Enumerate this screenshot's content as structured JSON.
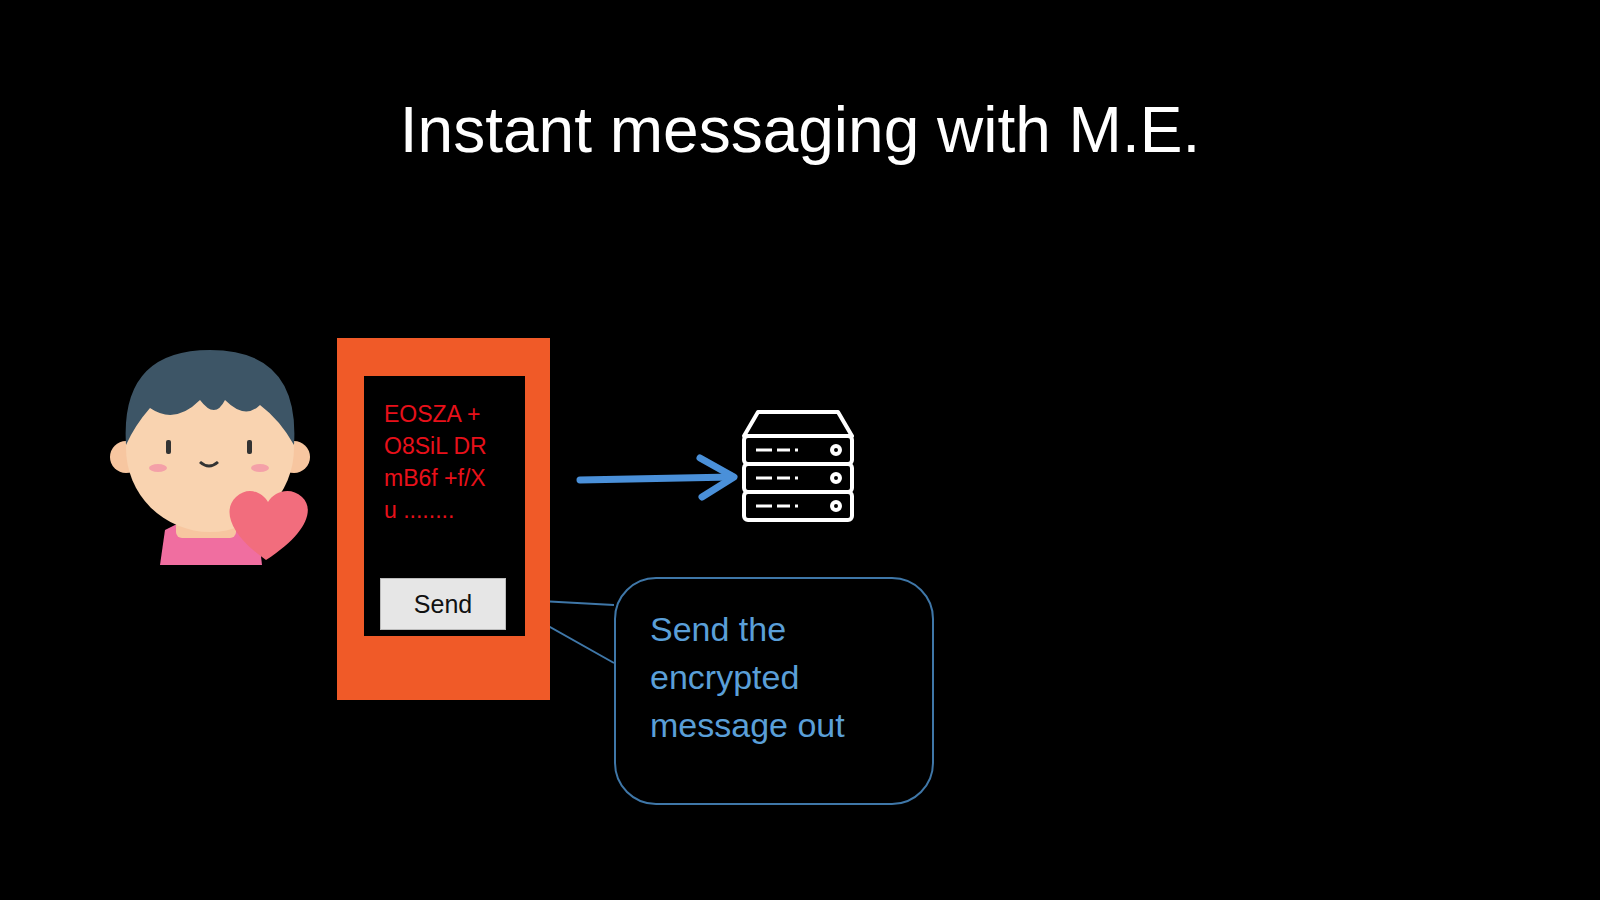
{
  "diagram": {
    "title": "Instant messaging with M.E.",
    "nodes": [
      {
        "text": [
          "EOSZA +O8SiL DRmB6f +f/X u ........"
        ]
      },
      {
        "text": [
          "Send"
        ],
        "in": 0
      },
      {
        "text": [
          "Send the encrypted message out"
        ]
      }
    ],
    "edges": [
      {
        "from": 2,
        "to": 1,
        "arrow": "none"
      }
    ]
  }
}
